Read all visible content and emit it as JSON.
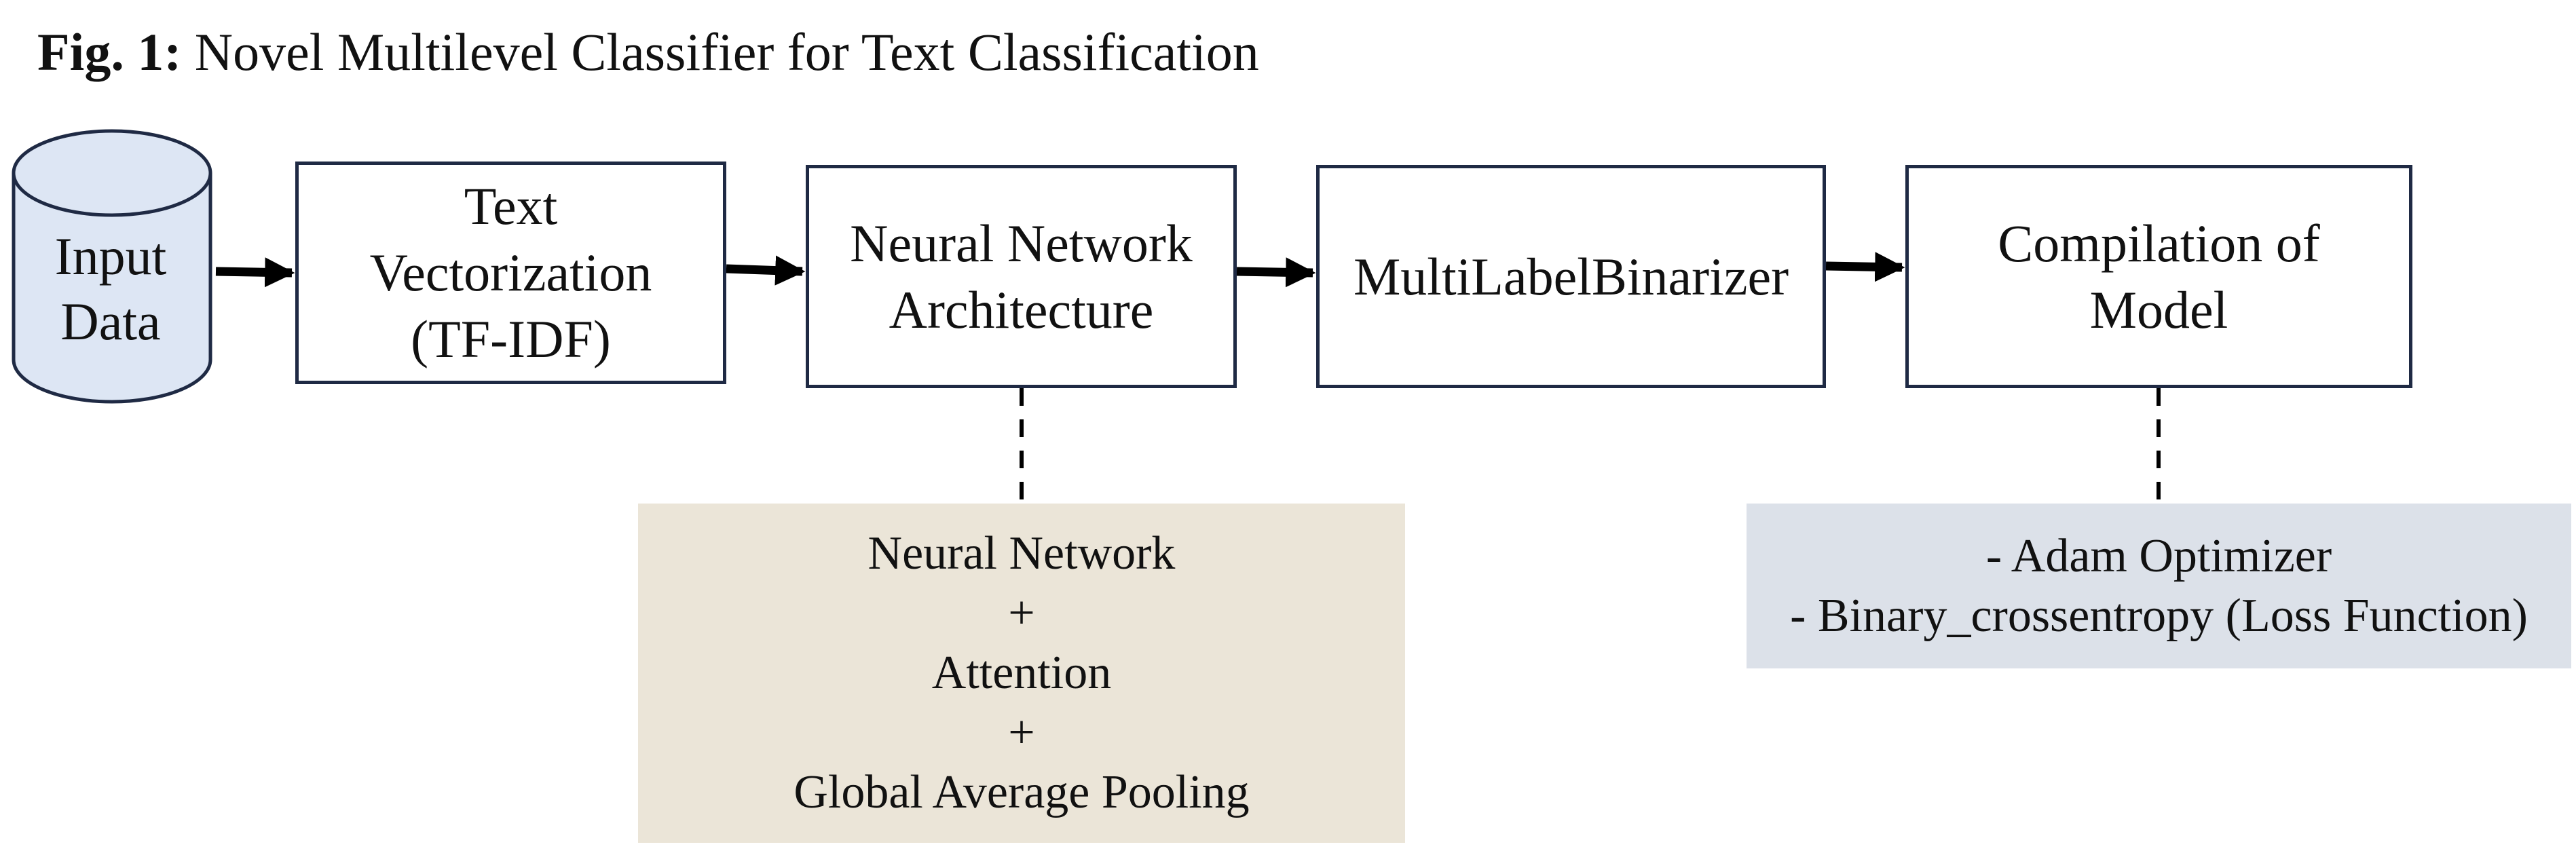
{
  "title": {
    "label": "Fig. 1:",
    "text": "Novel Multilevel Classifier for Text Classification"
  },
  "colors": {
    "box_border": "#1f2a44",
    "cylinder_fill": "#dde6f4",
    "note_left_fill": "#ebe5d8",
    "note_right_fill": "#dce1e9",
    "arrow": "#000000"
  },
  "input_data": {
    "icon": "database-cylinder-icon",
    "lines": [
      "Input",
      "Data"
    ]
  },
  "pipeline": [
    {
      "id": "text-vectorization",
      "lines": [
        "Text",
        "Vectorization",
        "(TF-IDF)"
      ]
    },
    {
      "id": "neural-network-architecture",
      "lines": [
        "Neural Network",
        "Architecture"
      ]
    },
    {
      "id": "multilabelbinarizer",
      "lines": [
        "MultiLabelBinarizer"
      ]
    },
    {
      "id": "compilation-of-model",
      "lines": [
        "Compilation of",
        "Model"
      ]
    }
  ],
  "notes": {
    "architecture": {
      "lines": [
        "Neural Network",
        "+",
        "Attention",
        "+",
        "Global Average Pooling"
      ]
    },
    "compilation": {
      "lines": [
        "- Adam Optimizer",
        "- Binary_crossentropy (Loss Function)"
      ]
    }
  }
}
